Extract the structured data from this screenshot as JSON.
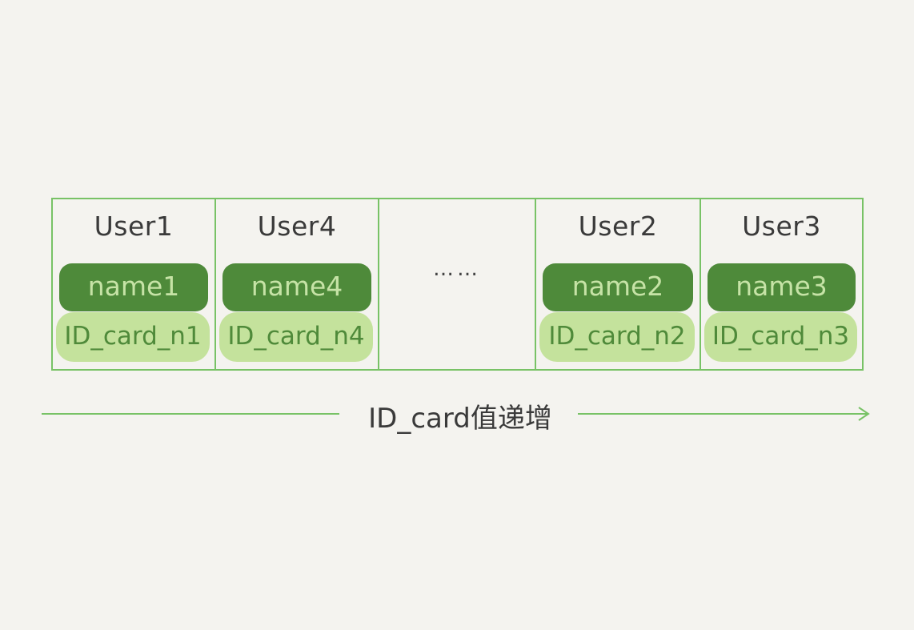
{
  "cells": [
    {
      "user": "User1",
      "name": "name1",
      "id_card": "ID_card_n1"
    },
    {
      "user": "User4",
      "name": "name4",
      "id_card": "ID_card_n4"
    },
    {
      "ellipsis": "……"
    },
    {
      "user": "User2",
      "name": "name2",
      "id_card": "ID_card_n2"
    },
    {
      "user": "User3",
      "name": "name3",
      "id_card": "ID_card_n3"
    }
  ],
  "axis": {
    "label": "ID_card值递增"
  },
  "colors": {
    "border_green": "#78c266",
    "name_fill": "#4e8a3a",
    "id_fill": "#c4e29c",
    "background": "#f4f3ef"
  }
}
